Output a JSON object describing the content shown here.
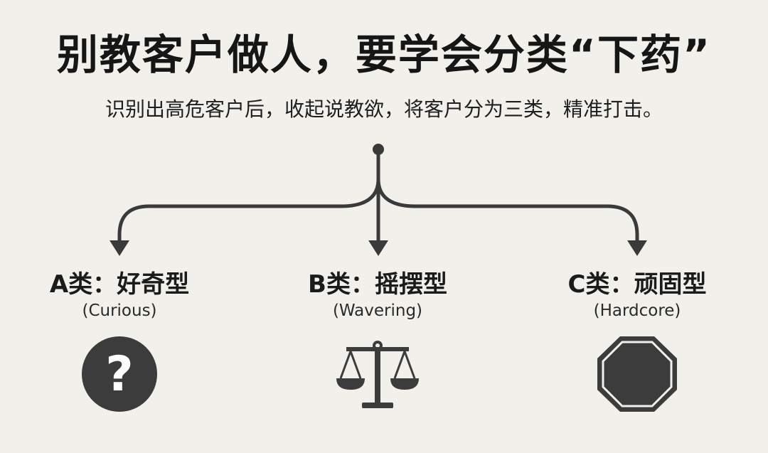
{
  "title": "别教客户做人，要学会分类“下药”",
  "subtitle": "识别出高危客户后，收起说教欲，将客户分为三类，精准打击。",
  "branches": [
    {
      "label": "A类：好奇型",
      "sublabel": "(Curious)",
      "icon": "question-circle-icon",
      "glyph": "?"
    },
    {
      "label": "B类：摇摆型",
      "sublabel": "(Wavering)",
      "icon": "balance-scale-icon"
    },
    {
      "label": "C类：顽固型",
      "sublabel": "(Hardcore)",
      "icon": "stop-octagon-icon"
    }
  ],
  "colors": {
    "background": "#f1f0ea",
    "ink": "#3a3a3a",
    "icon_fill": "#3c3c3c"
  }
}
